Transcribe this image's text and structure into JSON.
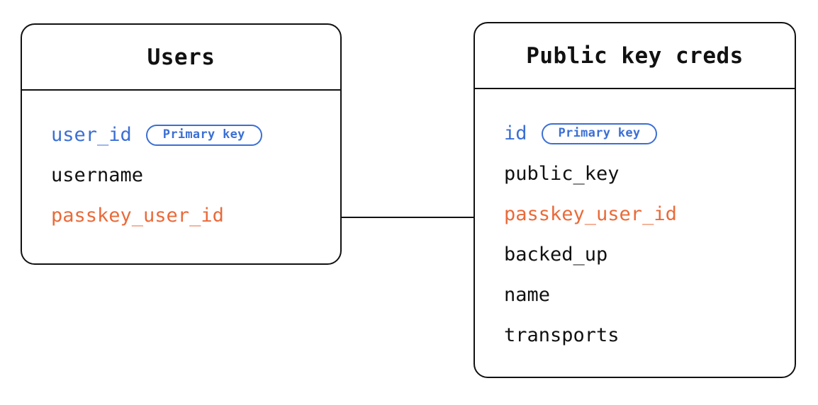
{
  "diagram": {
    "type": "entity-relationship",
    "background_color": "#ffffff",
    "colors": {
      "border": "#111111",
      "text": "#111111",
      "primary_key": "#3b6fd4",
      "foreign_key": "#ea6a39"
    },
    "entities": [
      {
        "id": "users",
        "title": "Users",
        "fields": [
          {
            "name": "user_id",
            "role": "primary_key",
            "badge": "Primary key"
          },
          {
            "name": "username",
            "role": "plain",
            "badge": null
          },
          {
            "name": "passkey_user_id",
            "role": "foreign_key",
            "badge": null
          }
        ]
      },
      {
        "id": "public-key-creds",
        "title": "Public key creds",
        "fields": [
          {
            "name": "id",
            "role": "primary_key",
            "badge": "Primary key"
          },
          {
            "name": "public_key",
            "role": "plain",
            "badge": null
          },
          {
            "name": "passkey_user_id",
            "role": "foreign_key",
            "badge": null
          },
          {
            "name": "backed_up",
            "role": "plain",
            "badge": null
          },
          {
            "name": "name",
            "role": "plain",
            "badge": null
          },
          {
            "name": "transports",
            "role": "plain",
            "badge": null
          }
        ]
      }
    ],
    "relationships": [
      {
        "id": "users-to-creds",
        "from_entity": "users",
        "from_field": "passkey_user_id",
        "to_entity": "public-key-creds",
        "to_field": "passkey_user_id",
        "label": ""
      }
    ]
  }
}
